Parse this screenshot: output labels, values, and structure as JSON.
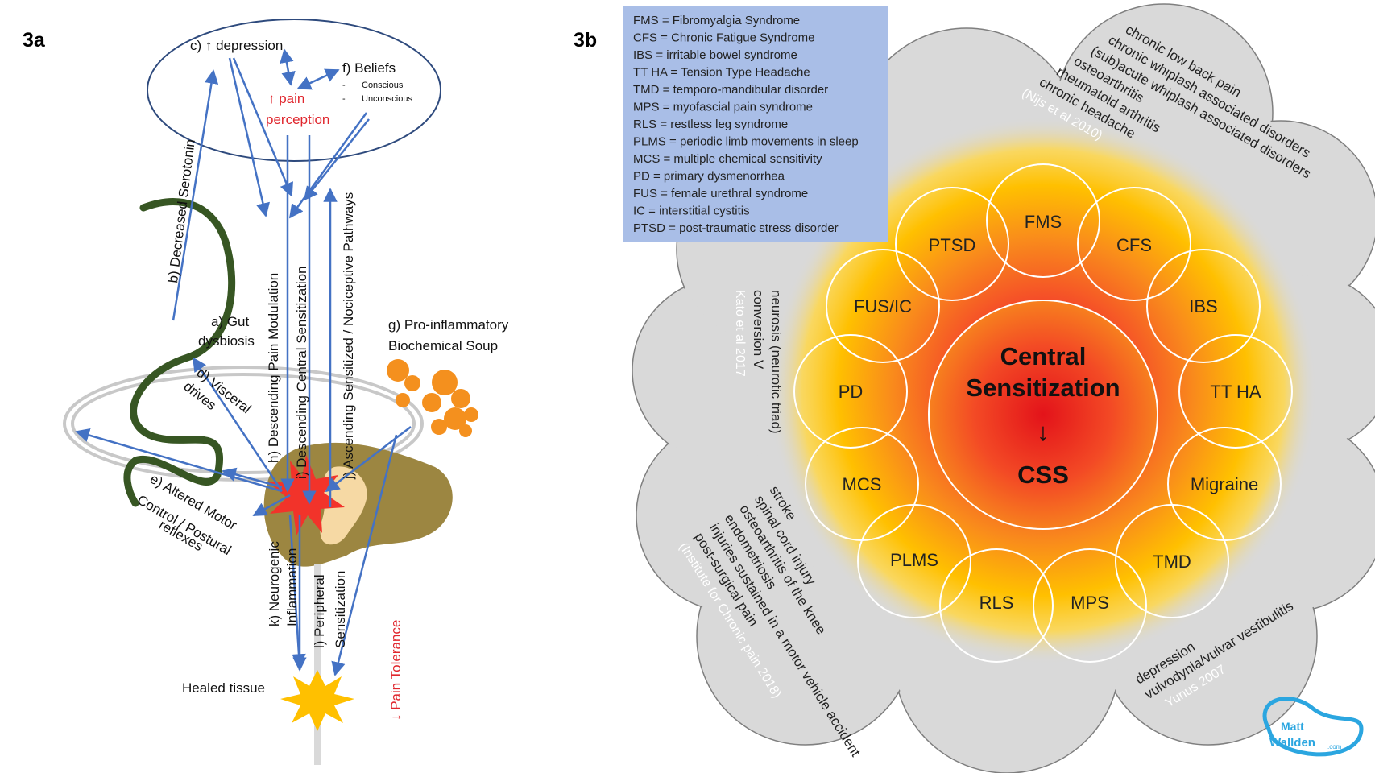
{
  "panel_a": {
    "label": "3a",
    "depression": "c) ↑ depression",
    "beliefs": "f) Beliefs",
    "conscious": "Conscious",
    "unconscious": "Unconscious",
    "pain_up": "↑ pain",
    "perception": "perception",
    "serotonin": "b) Decreased Serotonin",
    "gut_1": "a) Gut",
    "gut_2": "dysbiosis",
    "visceral_1": "d) Visceral",
    "visceral_2": "drives",
    "motor_1": "e) Altered Motor",
    "motor_2": "Control / Postural",
    "motor_3": "reflexes",
    "desc_mod": "h) Descending Pain Modulation",
    "desc_sens": "i) Descending Central Sensitization",
    "asc_sens": "j) Ascending Sensitized / Nociceptive Pathways",
    "soup_1": "g) Pro-inflammatory",
    "soup_2": "Biochemical Soup",
    "neuro_1": "k) Neurogenic",
    "neuro_2": "Inflammation",
    "periph_1": "l) Peripheral",
    "periph_2": "Sensitization",
    "tolerance": "↓ Pain Tolerance",
    "healed": "Healed tissue",
    "colors": {
      "arrow": "#4472c4",
      "gut": "#375623",
      "red": "#e0262d",
      "spine": "#9c8641",
      "orange": "#f4901e"
    }
  },
  "panel_b": {
    "label": "3b",
    "legend": [
      "FMS = Fibromyalgia Syndrome",
      "CFS = Chronic Fatigue Syndrome",
      "IBS = irritable bowel syndrome",
      "TT HA = Tension Type Headache",
      "TMD = temporo-mandibular disorder",
      "MPS = myofascial pain syndrome",
      "RLS = restless leg syndrome",
      "PLMS = periodic limb movements in sleep",
      "MCS = multiple chemical sensitivity",
      "PD = primary dysmenorrhea",
      "FUS = female urethral syndrome",
      "IC = interstitial cystitis",
      "PTSD = post-traumatic stress disorder"
    ],
    "center_1": "Central",
    "center_2": "Sensitization",
    "center_arrow": "↓",
    "center_3": "CSS",
    "circles": [
      "FMS",
      "CFS",
      "IBS",
      "TT HA",
      "Migraine",
      "TMD",
      "MPS",
      "RLS",
      "PLMS",
      "MCS",
      "PD",
      "FUS/IC",
      "PTSD"
    ],
    "nijs": [
      "chronic low back pain",
      "chronic whiplash associated disorders",
      "(sub)acute whiplash associated disorders",
      "osteoarthritis",
      "rheumatoid arthritis",
      "chronic headache"
    ],
    "nijs_cite": "(Nijs et al 2010)",
    "kato": [
      "neurosis (neurotic triad)",
      "conversion V"
    ],
    "kato_cite": "Kato et al 2017",
    "icp": [
      "stroke",
      "spinal cord injury",
      "osteoarthritis of the knee",
      "endometriosis",
      "injuries sustained in a motor vehicle accident",
      "post-surgical pain"
    ],
    "icp_cite": "(Institute for Chronic pain 2018)",
    "yunus": [
      "depression",
      "vulvodynia/vulvar vestibulitis"
    ],
    "yunus_cite": "Yunus 2007",
    "logo_1": "Matt",
    "logo_2": "Wallden",
    "logo_3": ".com",
    "colors": {
      "cloud": "#d9d9d9",
      "legend_bg": "#a9bee7",
      "core": "#f5342a",
      "glow": "#ffc000"
    }
  }
}
